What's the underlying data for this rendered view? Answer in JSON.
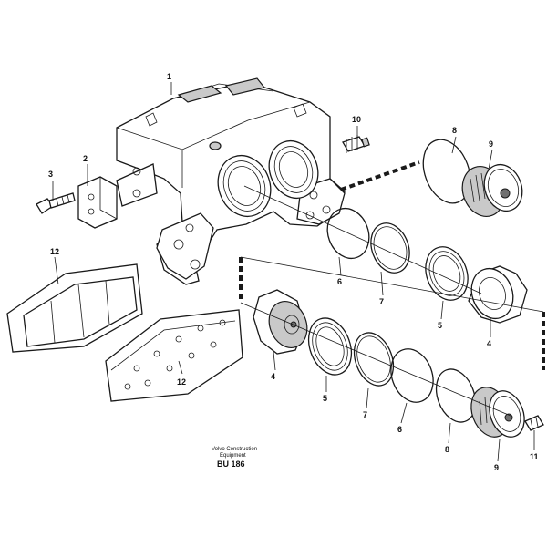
{
  "callouts": {
    "c1": "1",
    "c2": "2",
    "c3": "3",
    "c4a": "4",
    "c4b": "4",
    "c5a": "5",
    "c5b": "5",
    "c6a": "6",
    "c6b": "6",
    "c7a": "7",
    "c7b": "7",
    "c8a": "8",
    "c8b": "8",
    "c9a": "9",
    "c9b": "9",
    "c10": "10",
    "c11": "11",
    "c12a": "12",
    "c12b": "12"
  },
  "caption": {
    "line1": "Volvo Construction",
    "line2": "Equipment",
    "code": "BU 186"
  }
}
